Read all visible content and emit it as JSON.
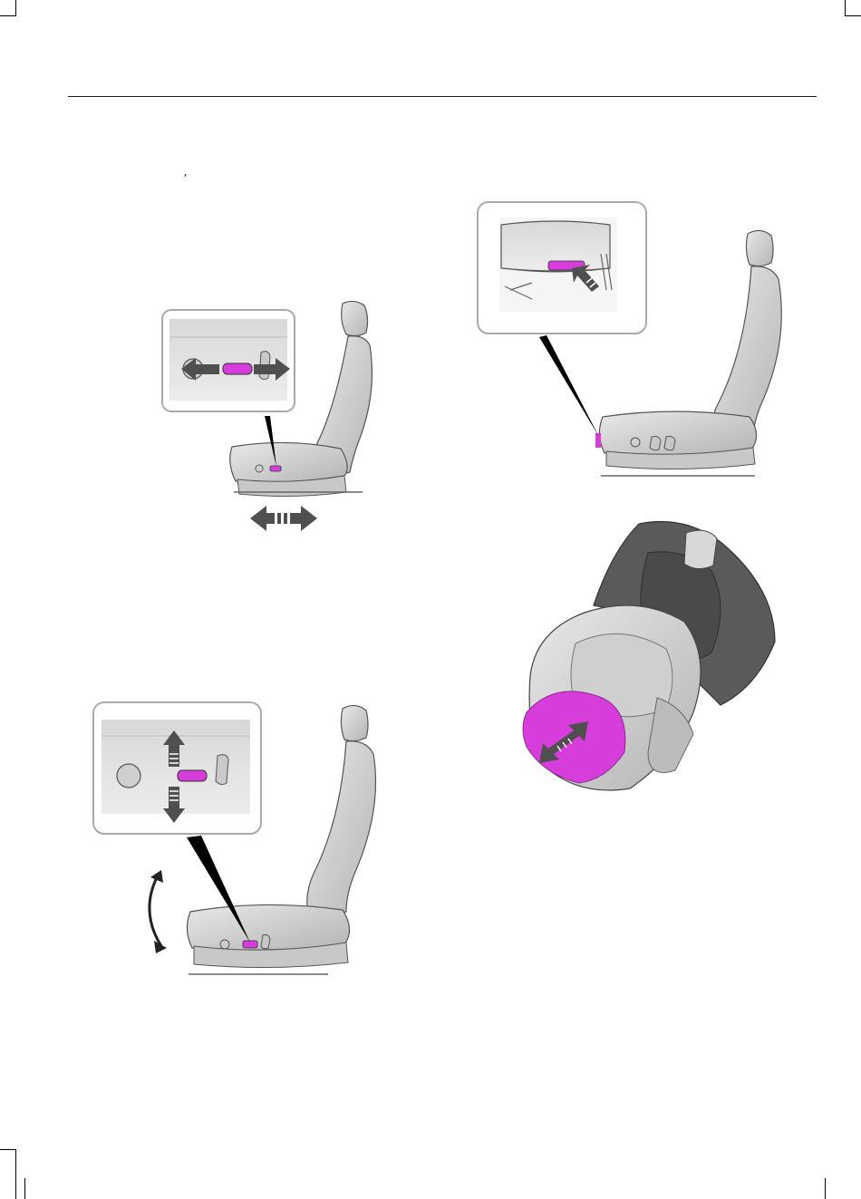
{
  "page": {
    "stray_mark": "’"
  },
  "colors": {
    "highlight": "#d63ddb",
    "arrow": "#4f4f4f",
    "seat_light": "#d6d6d6",
    "seat_mid": "#b9b9b9",
    "seat_dark": "#5a5a5a",
    "inset_bg": "#e4e4e4"
  },
  "figures": [
    {
      "id": "fore-aft",
      "icon": "seat-fore-aft-adjust"
    },
    {
      "id": "cushion-extend",
      "icon": "seat-cushion-extend"
    },
    {
      "id": "cushion-top",
      "icon": "seat-cushion-top-view"
    },
    {
      "id": "tilt",
      "icon": "seat-tilt-adjust"
    }
  ]
}
